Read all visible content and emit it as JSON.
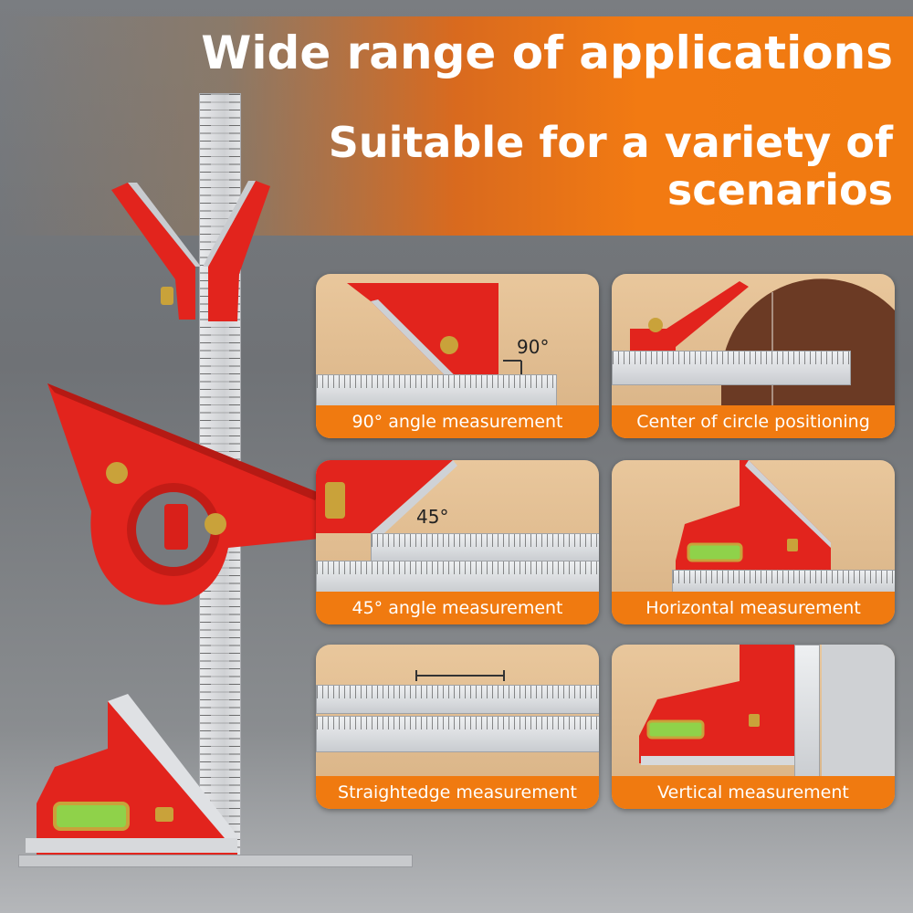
{
  "headline": {
    "line1": "Wide range of applications",
    "line2": "Suitable for a variety of",
    "line3": "scenarios"
  },
  "panels": [
    {
      "caption": "90° angle measurement",
      "angle_label": "90°"
    },
    {
      "caption": "Center of circle positioning"
    },
    {
      "caption": "45° angle measurement",
      "angle_label": "45°"
    },
    {
      "caption": "Horizontal measurement"
    },
    {
      "caption": "Straightedge measurement"
    },
    {
      "caption": "Vertical measurement"
    }
  ],
  "icons": {
    "ruler": "steel-ruler",
    "protractor": "protractor-head",
    "center_finder": "center-finder-head",
    "square": "square-head",
    "level": "spirit-level"
  },
  "colors": {
    "accent": "#f07a10",
    "tool_red": "#e2241d",
    "brass": "#c9a23a",
    "level_green": "#7ed321"
  }
}
